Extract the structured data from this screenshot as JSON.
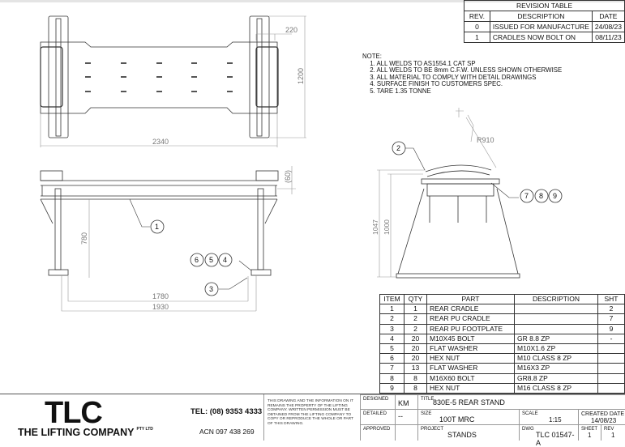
{
  "revision_table": {
    "title": "REVISION TABLE",
    "headers": [
      "REV.",
      "DESCRIPTION",
      "DATE"
    ],
    "rows": [
      [
        "0",
        "ISSUED FOR MANUFACTURE",
        "24/08/23"
      ],
      [
        "1",
        "CRADLES NOW BOLT ON",
        "08/11/23"
      ]
    ]
  },
  "notes": {
    "heading": "NOTE:",
    "items": [
      "1. ALL WELDS TO AS1554.1 CAT SP",
      "2. ALL WELDS TO BE 8mm C.F.W. UNLESS SHOWN OTHERWISE",
      "3. ALL MATERIAL TO COMPLY WITH DETAIL DRAWINGS",
      "4. SURFACE FINISH TO CUSTOMERS SPEC.",
      "5. TARE 1.35 TONNE"
    ]
  },
  "bom": {
    "headers": [
      "ITEM",
      "QTY",
      "PART",
      "DESCRIPTION",
      "SHT"
    ],
    "rows": [
      [
        "1",
        "1",
        "REAR CRADLE",
        "",
        "2"
      ],
      [
        "2",
        "2",
        "REAR PU CRADLE",
        "",
        "7"
      ],
      [
        "3",
        "2",
        "REAR PU FOOTPLATE",
        "",
        "9"
      ],
      [
        "4",
        "20",
        "M10X45 BOLT",
        "GR 8.8 ZP",
        "-"
      ],
      [
        "5",
        "20",
        "FLAT WASHER",
        "M10X1.6 ZP",
        ""
      ],
      [
        "6",
        "20",
        "HEX NUT",
        "M10 CLASS 8 ZP",
        ""
      ],
      [
        "7",
        "13",
        "FLAT WASHER",
        "M16X3 ZP",
        ""
      ],
      [
        "8",
        "8",
        "M16X60 BOLT",
        "GR8.8 ZP",
        ""
      ],
      [
        "9",
        "8",
        "HEX NUT",
        "M16 CLASS 8 ZP",
        ""
      ]
    ]
  },
  "dimensions": {
    "top_width": "2340",
    "top_height": "1200",
    "top_cradle": "220",
    "front_offset": "(60)",
    "front_height": "780",
    "front_inner": "1780",
    "front_outer": "1930",
    "side_radius": "R910",
    "side_overall": "1047",
    "side_height": "1000"
  },
  "callouts": {
    "c1": "1",
    "c2": "2",
    "c3": "3",
    "c4": "4",
    "c5": "5",
    "c6": "6",
    "c7": "7",
    "c8": "8",
    "c9": "9"
  },
  "title_block": {
    "logo": "TLC",
    "company": "THE LIFTING COMPANY",
    "company_suffix": "PTY LTD",
    "tel": "TEL: (08) 9353 4333",
    "acn": "ACN 097 438 269",
    "legal": "THIS DRAWING AND THE INFORMATION ON IT REMAINS THE PROPERTY OF THE LIFTING COMPANY. WRITTEN PERMISSION MUST BE OBTAINED FROM THE LIFTING COMPANY TO COPY OR REPRODUCE THE WHOLE OR PART OF THIS DRAWING.",
    "designed_label": "DESIGNED",
    "designed": "KM",
    "detailed_label": "DETAILED",
    "detailed": "--",
    "approved_label": "APPROVED",
    "approved": "",
    "title_label": "TITLE",
    "title": "830E-5 REAR STAND",
    "size_label": "SIZE",
    "size": "100T MRC",
    "scale_label": "SCALE",
    "scale": "1:15",
    "created_label": "CREATED DATE",
    "created": "14/08/23",
    "project_label": "PROJECT",
    "project": "STANDS",
    "dwg_label": "DWG",
    "dwg": "TLC 01547-A",
    "sheet_label": "SHEET",
    "sheet": "1",
    "rev_label": "REV",
    "rev": "1"
  }
}
